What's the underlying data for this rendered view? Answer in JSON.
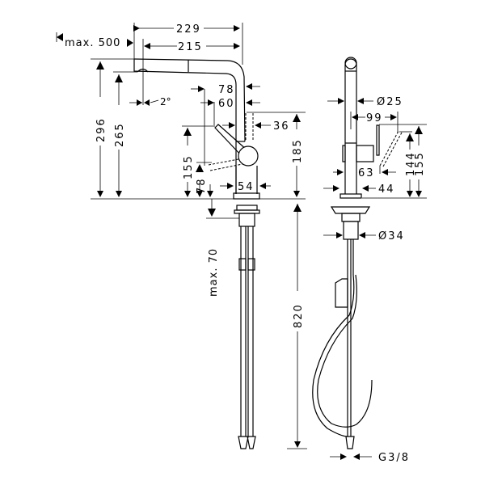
{
  "drawing": {
    "side_view": {
      "dim_229": "229",
      "dim_215": "215",
      "dim_max500": "max. 500",
      "dim_angle": "2°",
      "dim_78_top": "78",
      "dim_60": "60",
      "dim_36": "36",
      "dim_296": "296",
      "dim_265": "265",
      "dim_155": "155",
      "dim_78_low": "78",
      "dim_185": "185",
      "dim_54": "54",
      "dim_max70": "max. 70",
      "dim_820": "820"
    },
    "front_view": {
      "dim_d25": "Ø25",
      "dim_99": "99",
      "dim_63": "63",
      "dim_44": "44",
      "dim_144": "144",
      "dim_155": "155",
      "dim_d34": "Ø34",
      "dim_g38": "G3/8"
    }
  }
}
